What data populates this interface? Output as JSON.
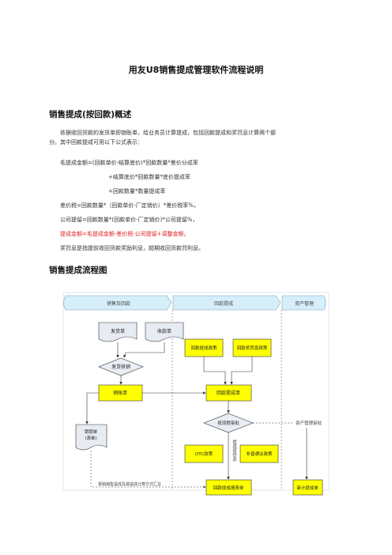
{
  "doc": {
    "title": "用友U8销售提成管理软件流程说明",
    "section1_heading": "销售提成(按回款)概述",
    "intro_paragraph_line1": "依据收回货款的发货单即销账单，给业务员计算提成，包括回款提成和奖罚息计算两个部",
    "intro_paragraph_line2": "分。其中回款提成可用以下公式表示：",
    "formula_1": "毛提成金额=(回款单价-结算底价)*回款数量*差价分成率",
    "formula_2": "+结算底价*回款数量*底价提成率",
    "formula_3": "+回款数量*数量提成率",
    "formula_4": "差价税=回款数量*（回款单价-厂定销价）*差价税率%，",
    "formula_5": "公司提留=回款数量*(回款单价-厂定销价)*公司提留%，",
    "formula_6": "提成金额=毛提成金额-差价税-公司提留+调整金额。",
    "formula_7": "奖罚息是指提前收回货款奖励利息，超期收回货款罚利息。",
    "section2_heading": "销售提成流程图"
  },
  "flowchart": {
    "lane_1": "销售及回款",
    "lane_2": "回款提成",
    "lane_3": "资产管理",
    "doc_shipping": "发货单",
    "doc_receipt": "收款单",
    "decision_verify": "发货核销",
    "box_writeoff": "销账单",
    "box_commission_policy": "回款提成政策",
    "box_reward_policy": "回款奖罚息政策",
    "box_commission_calc": "回款提成单",
    "doc_sales_writeoff_line1": "销销单",
    "doc_sales_writeoff_line2": "(清单)",
    "decision_review": "按流程审批",
    "label_vertical": "提成奖罚息",
    "label_asset_review": "资产管理审批",
    "box_otc": "OTC政策",
    "box_special": "非普通业政策",
    "box_final_sheet": "回款提成报表单",
    "box_asset_form": "审计提成单",
    "label_bottom": "报销销售提成及其提成计算方式汇总"
  },
  "colors": {
    "lane_fill": "#d6eef9",
    "box_fill": "#ffff00",
    "doc_fill": "#e6ecf2",
    "diamond_fill": "#e8eef4",
    "accent_red": "#e02020"
  }
}
